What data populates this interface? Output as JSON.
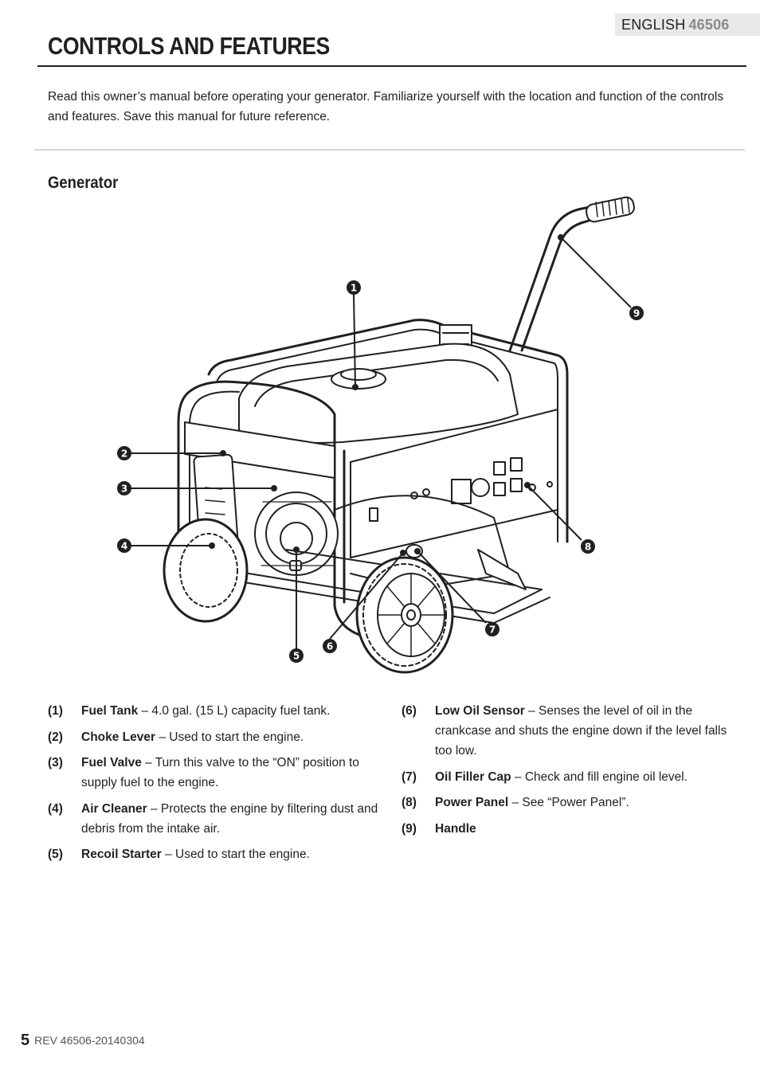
{
  "header": {
    "language": "ENGLISH",
    "model": "46506"
  },
  "page_title": "CONTROLS AND FEATURES",
  "intro": "Read this owner’s manual before operating your generator. Familiarize yourself with the location and function of the controls and features. Save this manual for future reference.",
  "section_heading": "Generator",
  "callouts": [
    "1",
    "2",
    "3",
    "4",
    "5",
    "6",
    "7",
    "8",
    "9"
  ],
  "legend_left": [
    {
      "num": "(1)",
      "term": "Fuel Tank",
      "desc": " – 4.0 gal. (15 L) capacity fuel tank."
    },
    {
      "num": "(2)",
      "term": "Choke Lever",
      "desc": " – Used to start the engine."
    },
    {
      "num": "(3)",
      "term": "Fuel Valve",
      "desc": " – Turn this valve to the “ON” position to supply fuel to the engine."
    },
    {
      "num": "(4)",
      "term": "Air Cleaner",
      "desc": " – Protects the engine by filtering dust and debris from the intake air."
    },
    {
      "num": "(5)",
      "term": "Recoil Starter",
      "desc": " – Used to start the engine."
    }
  ],
  "legend_right": [
    {
      "num": "(6)",
      "term": "Low Oil Sensor",
      "desc": " – Senses the level of oil in the crankcase and shuts the engine down if the level falls too low."
    },
    {
      "num": "(7)",
      "term": "Oil Filler Cap",
      "desc": " – Check and fill engine oil level."
    },
    {
      "num": "(8)",
      "term": "Power Panel",
      "desc": " – See “Power Panel”."
    },
    {
      "num": "(9)",
      "term": "Handle",
      "desc": ""
    }
  ],
  "footer": {
    "page_number": "5",
    "revision": "REV 46506-20140304"
  },
  "colors": {
    "text": "#231f20",
    "tab_background": "#e9e9e9",
    "rule_light": "#d4d4d4"
  }
}
